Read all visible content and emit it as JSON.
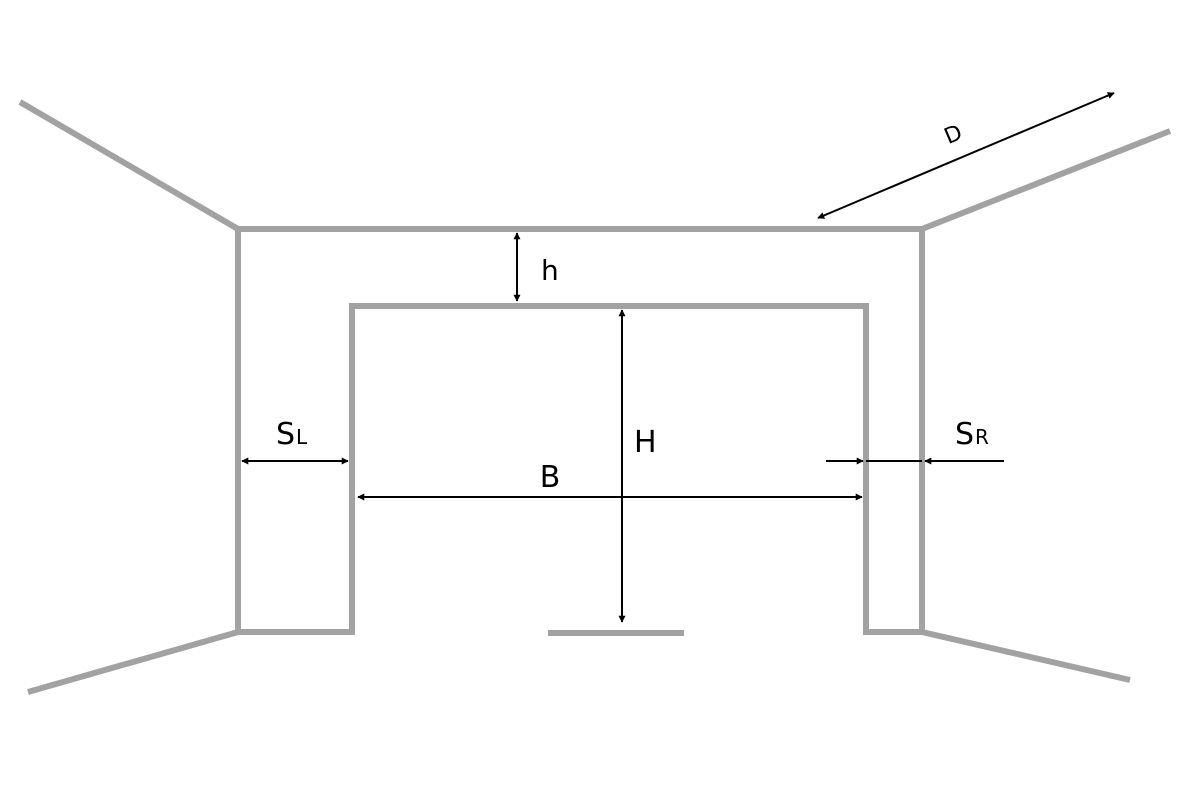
{
  "diagram": {
    "labels": {
      "depth": "D",
      "lintel": "h",
      "height": "H",
      "width": "B",
      "side_left_main": "S",
      "side_left_sub": "L",
      "side_right_main": "S",
      "side_right_sub": "R"
    },
    "colors": {
      "wall_line": "#a2a2a2",
      "dimension_line": "#000000",
      "background": "#ffffff"
    }
  }
}
